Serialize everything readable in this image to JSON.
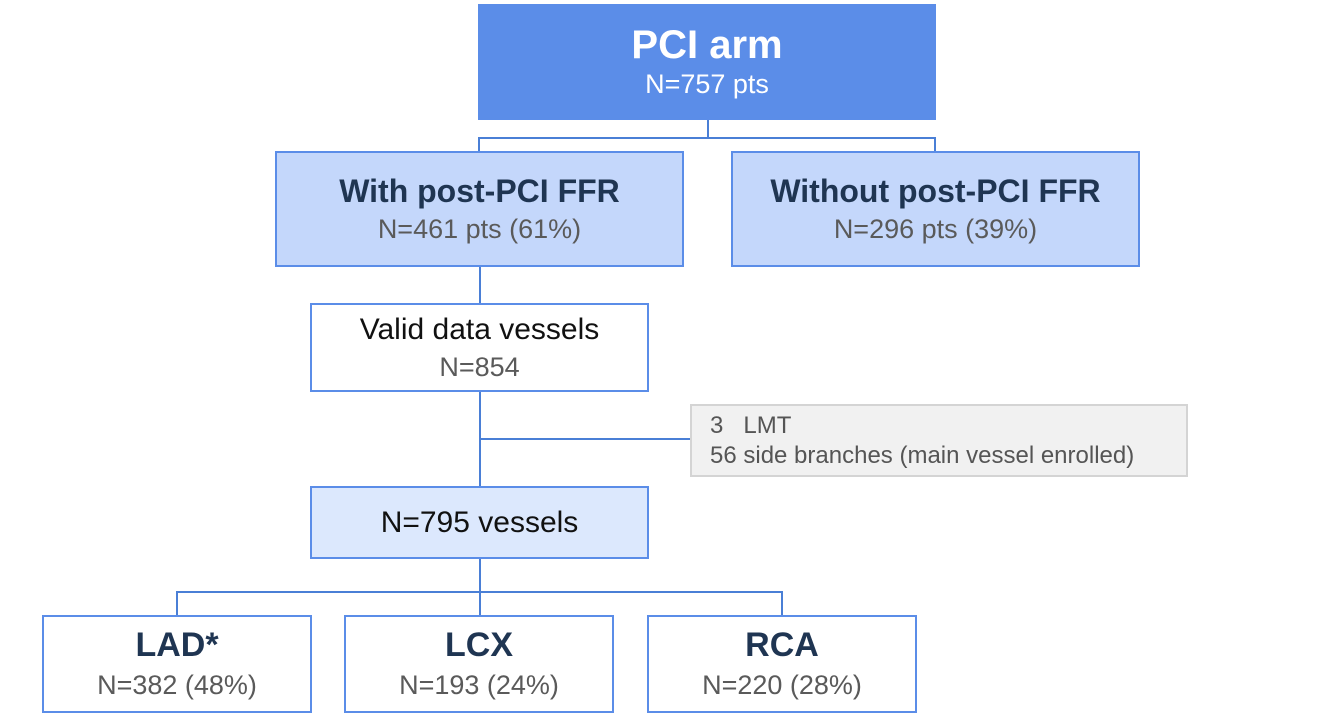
{
  "root": {
    "title": "PCI arm",
    "count": "N=757 pts"
  },
  "with_ffr": {
    "title": "With post-PCI FFR",
    "count": "N=461 pts (61%)"
  },
  "without_ffr": {
    "title": "Without post-PCI FFR",
    "count": "N=296 pts (39%)"
  },
  "valid": {
    "title": "Valid data vessels",
    "count": "N=854"
  },
  "exclusions": {
    "line1": "3   LMT",
    "line2": "56 side branches (main vessel enrolled)"
  },
  "vessels": {
    "title": "N=795 vessels"
  },
  "leaves": [
    {
      "title": "LAD*",
      "count": "N=382 (48%)"
    },
    {
      "title": "LCX",
      "count": "N=193 (24%)"
    },
    {
      "title": "RCA",
      "count": "N=220 (28%)"
    }
  ],
  "colors": {
    "root_fill": "#5b8de8",
    "level1_fill": "#c4d7fb",
    "connector": "#4a7fd6",
    "exclusion_fill": "#f1f1f1"
  }
}
